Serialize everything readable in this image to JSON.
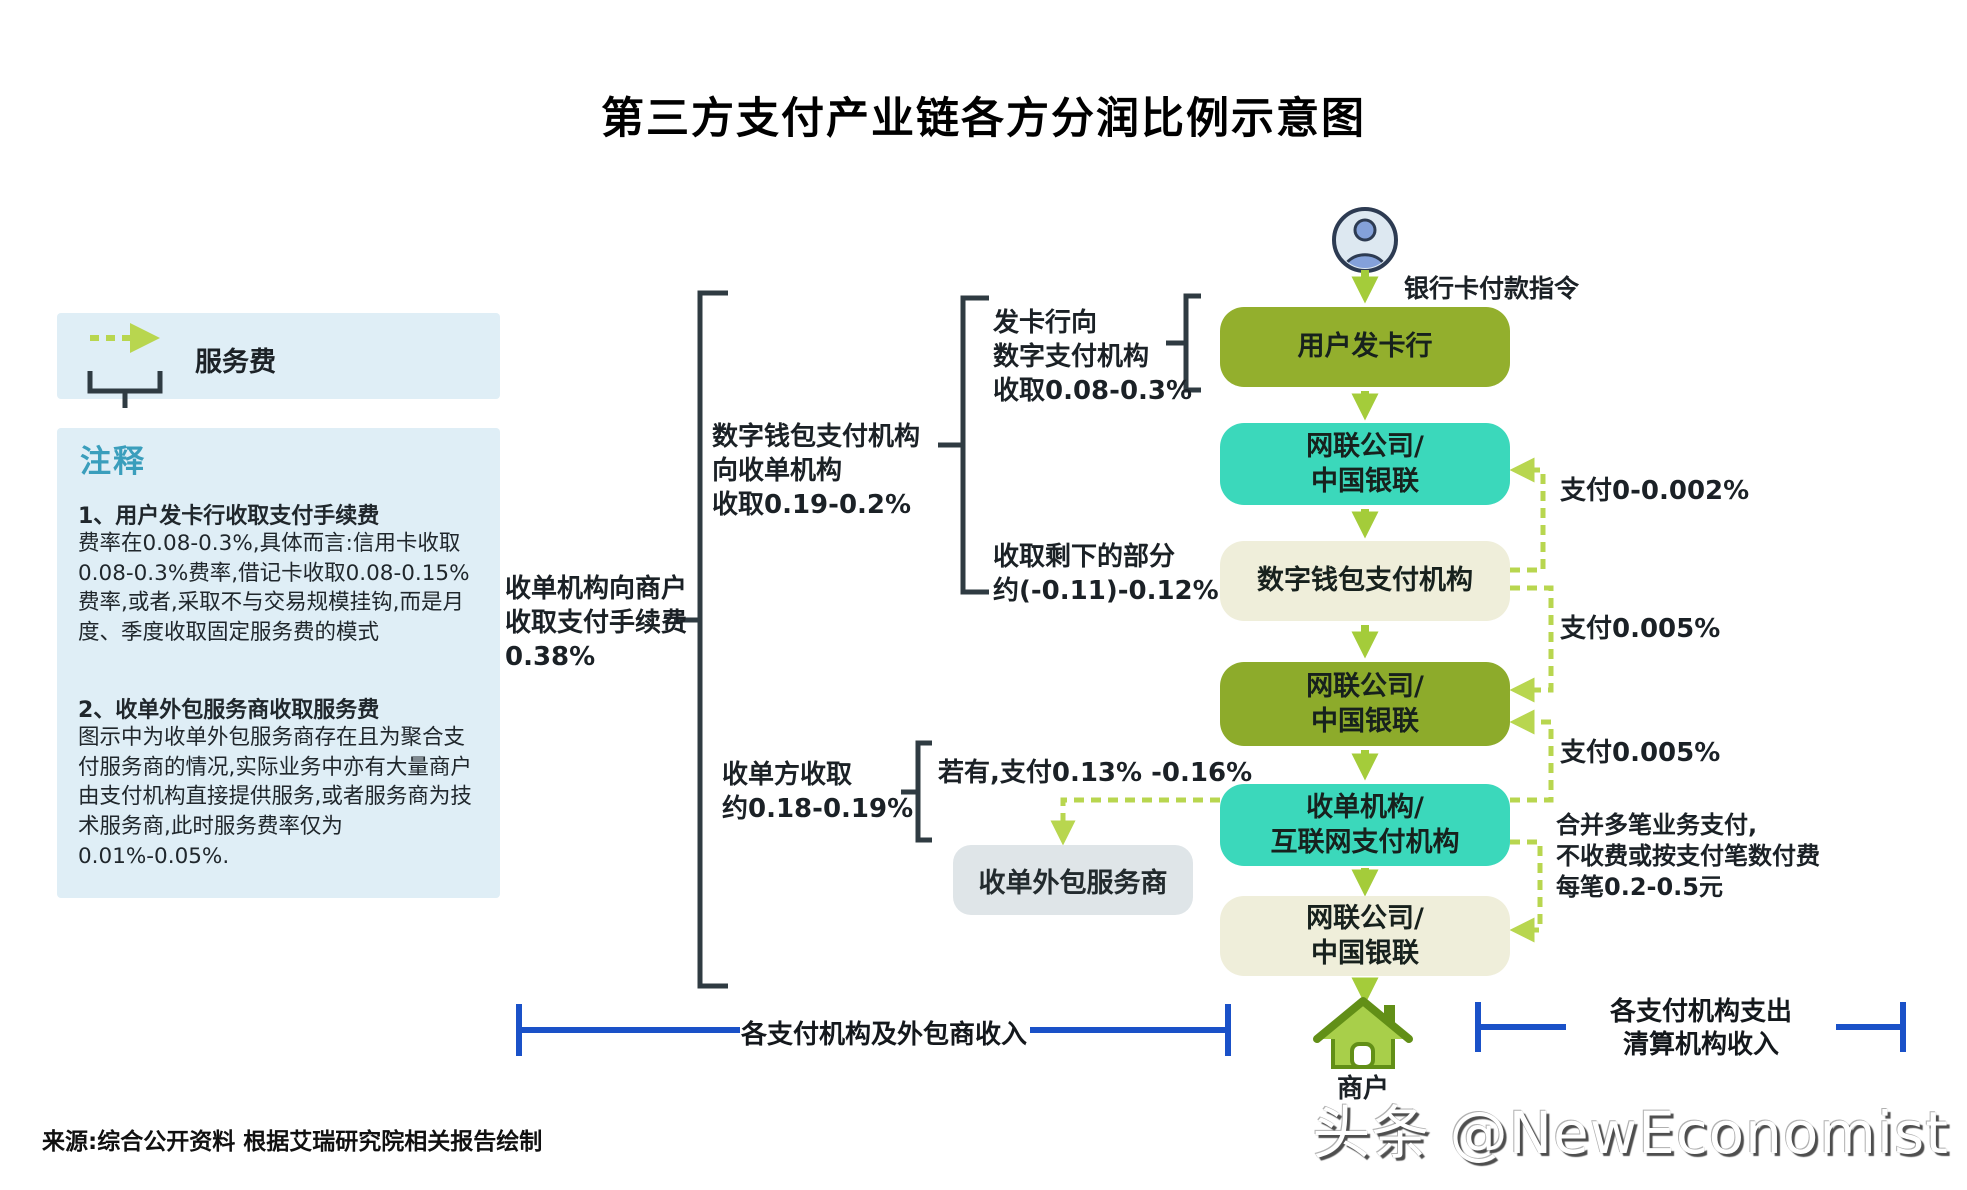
{
  "title": "第三方支付产业链各方分润比例示意图",
  "legend": {
    "label": "服务费",
    "icon": "dashed-arrow-and-bracket-icon"
  },
  "notes": {
    "heading": "注释",
    "items": [
      {
        "title": "1、用户发卡行收取支付手续费",
        "body": "费率在0.08-0.3%,具体而言:信用卡收取0.08-0.3%费率,借记卡收取0.08-0.15%费率,或者,采取不与交易规模挂钩,而是月度、季度收取固定服务费的模式"
      },
      {
        "title": "2、收单外包服务商收取服务费",
        "body": "图示中为收单外包服务商存在且为聚合支付服务商的情况,实际业务中亦有大量商户由支付机构直接提供服务,或者服务商为技术服务商,此时服务费率仅为0.01%-0.05%."
      }
    ]
  },
  "flow": {
    "payer_icon": "user-person-icon",
    "instruction": "银行卡付款指令",
    "nodes": [
      {
        "lines": [
          "用户发卡行"
        ],
        "bg": "#93af2d"
      },
      {
        "lines": [
          "网联公司/",
          "中国银联"
        ],
        "bg": "#3bd8bb"
      },
      {
        "lines": [
          "数字钱包支付机构"
        ],
        "bg": "#efeeda"
      },
      {
        "lines": [
          "网联公司/",
          "中国银联"
        ],
        "bg": "#8dab2b"
      },
      {
        "lines": [
          "收单机构/",
          "互联网支付机构"
        ],
        "bg": "#3bd8bb"
      },
      {
        "lines": [
          "网联公司/",
          "中国银联"
        ],
        "bg": "#efeeda"
      }
    ],
    "outsourcer": {
      "label": "收单外包服务商",
      "bg": "#dfe5e8"
    },
    "merchant": "商户"
  },
  "fee_labels": {
    "issuer_fee": [
      "发卡行向",
      "数字支付机构",
      "收取0.08-0.3%"
    ],
    "wallet_fee": [
      "数字钱包支付机构",
      "向收单机构",
      "收取0.19-0.2%"
    ],
    "remainder_fee": [
      "收取剩下的部分",
      "约(-0.11)-0.12%"
    ],
    "acquirer_total_fee": [
      "收单机构向商户",
      "收取支付手续费",
      "0.38%"
    ],
    "acquirer_keep_fee": [
      "收单方收取",
      "约0.18-0.19%"
    ],
    "outsourcer_fee": [
      "若有,支付0.13% -0.16%"
    ],
    "pay_clearing_1": [
      "支付0-0.002%"
    ],
    "pay_clearing_2": [
      "支付0.005%"
    ],
    "pay_clearing_3": [
      "支付0.005%"
    ],
    "batch_fee": [
      "合并多笔业务支付,",
      "不收费或按支付笔数付费",
      "每笔0.2-0.5元"
    ]
  },
  "bottom": {
    "left_bracket_label": "各支付机构及外包商收入",
    "right_bracket_label": [
      "各支付机构支出",
      "清算机构收入"
    ]
  },
  "source": "来源:综合公开资料 根据艾瑞研究院相关报告绘制",
  "watermark": "头条 @NewEconomist",
  "colors": {
    "arrow_green": "#a4cc3a",
    "dashed_green": "#b8d64f",
    "bracket_dark": "#2f3b42",
    "bracket_blue": "#1a51c8",
    "panel_blue": "#dfeef6",
    "notes_heading_teal": "#3a9ebc",
    "house_green": "#a8cf4a",
    "house_outline": "#628f17"
  }
}
